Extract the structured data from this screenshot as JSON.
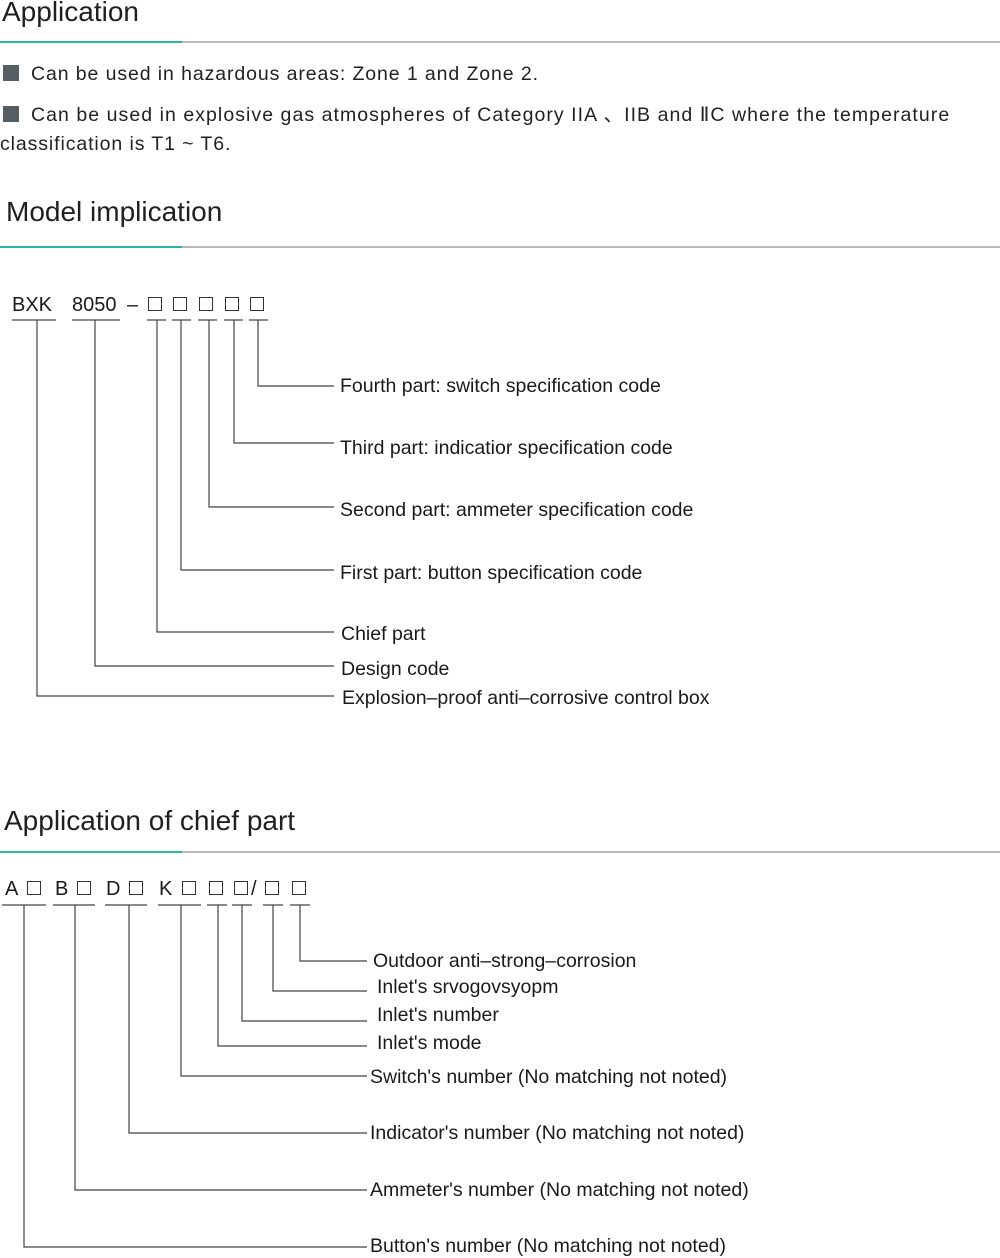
{
  "application": {
    "title": "Application",
    "bullets": [
      "Can be used in hazardous areas: Zone 1 and Zone 2.",
      "Can be used in explosive gas atmospheres of Category IIA 、IIB and ⅡC where the temperature",
      "classification is T1 ~ T6."
    ]
  },
  "model": {
    "title": "Model implication",
    "code_prefix": "BXK",
    "code_design": "8050",
    "code_dash": "–",
    "labels": [
      "Fourth part: switch specification code",
      "Third part: indicatior specification code",
      "Second part: ammeter specification code",
      "First part: button specification code",
      "Chief part",
      "Design code",
      "Explosion–proof anti–corrosive control box"
    ]
  },
  "chief": {
    "title": "Application of chief part",
    "letters": [
      "A",
      "B",
      "D",
      "K"
    ],
    "slash": "/",
    "labels": [
      "Outdoor anti–strong–corrosion",
      "Inlet's srvogovsyopm",
      "Inlet's number",
      "Inlet's mode",
      "Switch's number (No matching not noted)",
      "Indicator's number (No matching not noted)",
      "Ammeter's number (No matching not noted)",
      "Button's number  (No matching not noted)"
    ]
  },
  "colors": {
    "accent": "#2db6a3",
    "rule": "#b9b9b9",
    "bullet": "#555d63"
  }
}
